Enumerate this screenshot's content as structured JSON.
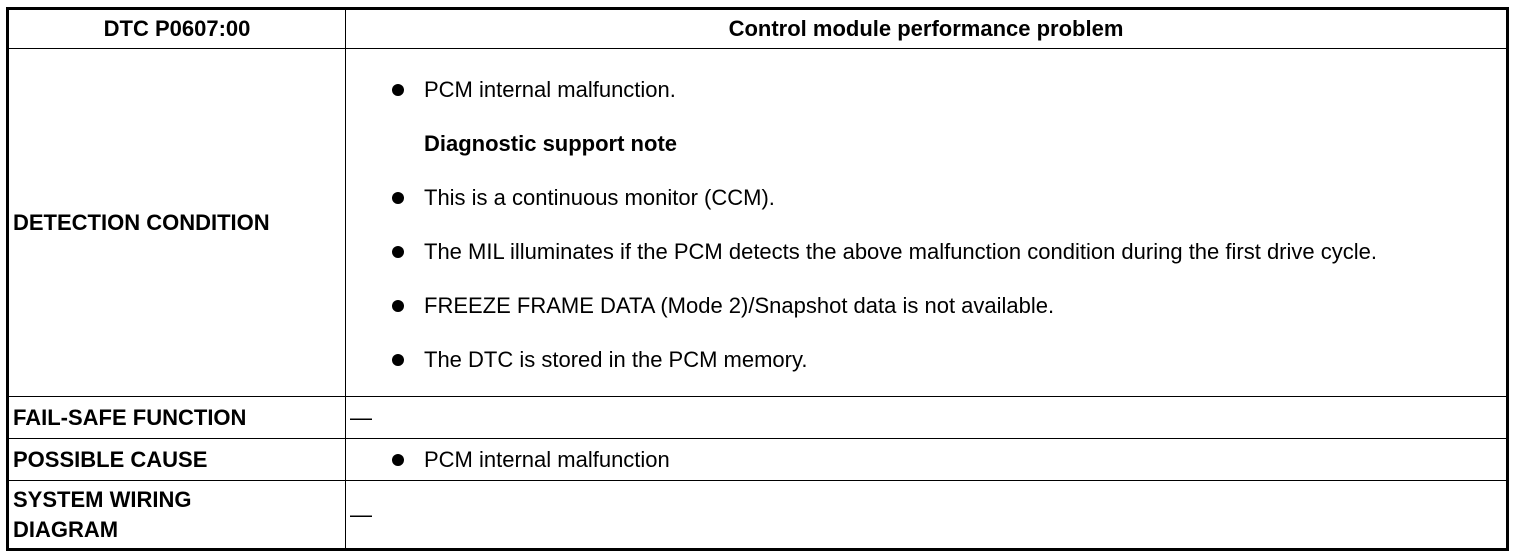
{
  "header": {
    "code": "DTC P0607:00",
    "title": "Control module performance problem"
  },
  "detection_condition": {
    "label": "DETECTION CONDITION",
    "items": [
      "PCM internal malfunction."
    ],
    "note_title": "Diagnostic support note",
    "notes": [
      "This is a continuous monitor (CCM).",
      "The MIL illuminates if the PCM detects the above malfunction condition during the first drive cycle.",
      "FREEZE FRAME DATA (Mode 2)/Snapshot data is not available.",
      "The DTC is stored in the PCM memory."
    ]
  },
  "fail_safe": {
    "label": "FAIL-SAFE FUNCTION",
    "value": "—"
  },
  "possible_cause": {
    "label": "POSSIBLE CAUSE",
    "items": [
      "PCM internal malfunction"
    ]
  },
  "wiring": {
    "label": "SYSTEM WIRING DIAGRAM",
    "value": "—"
  }
}
